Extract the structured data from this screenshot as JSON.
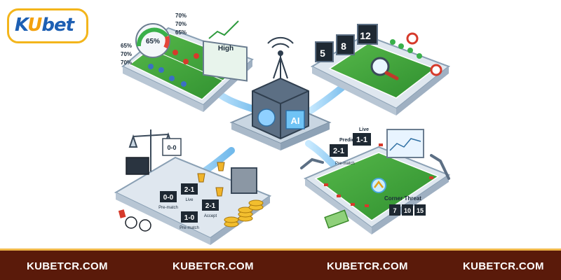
{
  "brand": {
    "logo_k": "K",
    "logo_u": "U",
    "logo_rest": "bet"
  },
  "footer": {
    "links": [
      "KUBETCR.COM",
      "KUBETCR.COM",
      "KUBETCR.COM",
      "KUBETCR.COM"
    ]
  },
  "hub": {
    "label": "AI"
  },
  "panel_top_left": {
    "gauge_value": "65%",
    "left_stats": [
      "65%",
      "70%",
      "70%"
    ],
    "right_stats": [
      "70%",
      "70%",
      "65%"
    ],
    "screen_label": "High"
  },
  "panel_top_right": {
    "scores": [
      "5",
      "8",
      "12"
    ]
  },
  "panel_bottom_left": {
    "board_score": "0-0",
    "rows": [
      {
        "score": "0-0",
        "label": "Pre-match"
      },
      {
        "score": "2-1",
        "label": "Live"
      },
      {
        "score": "1-0",
        "label": "Pre-match"
      },
      {
        "score": "2-1",
        "label": "Accept"
      }
    ]
  },
  "panel_bottom_right": {
    "prediction_label": "Prediction",
    "prediction_score": "2-1",
    "live_label": "Live",
    "live_score": "1-1",
    "prematch_label": "Pre-match",
    "corner_label": "Corner Threat",
    "corner_values": [
      "7",
      "10",
      "15"
    ]
  },
  "colors": {
    "footer_bg": "#5a1a0a",
    "accent": "#f0b84a",
    "pitch": "#3fa53a",
    "brand_blue": "#1d5fb3"
  }
}
